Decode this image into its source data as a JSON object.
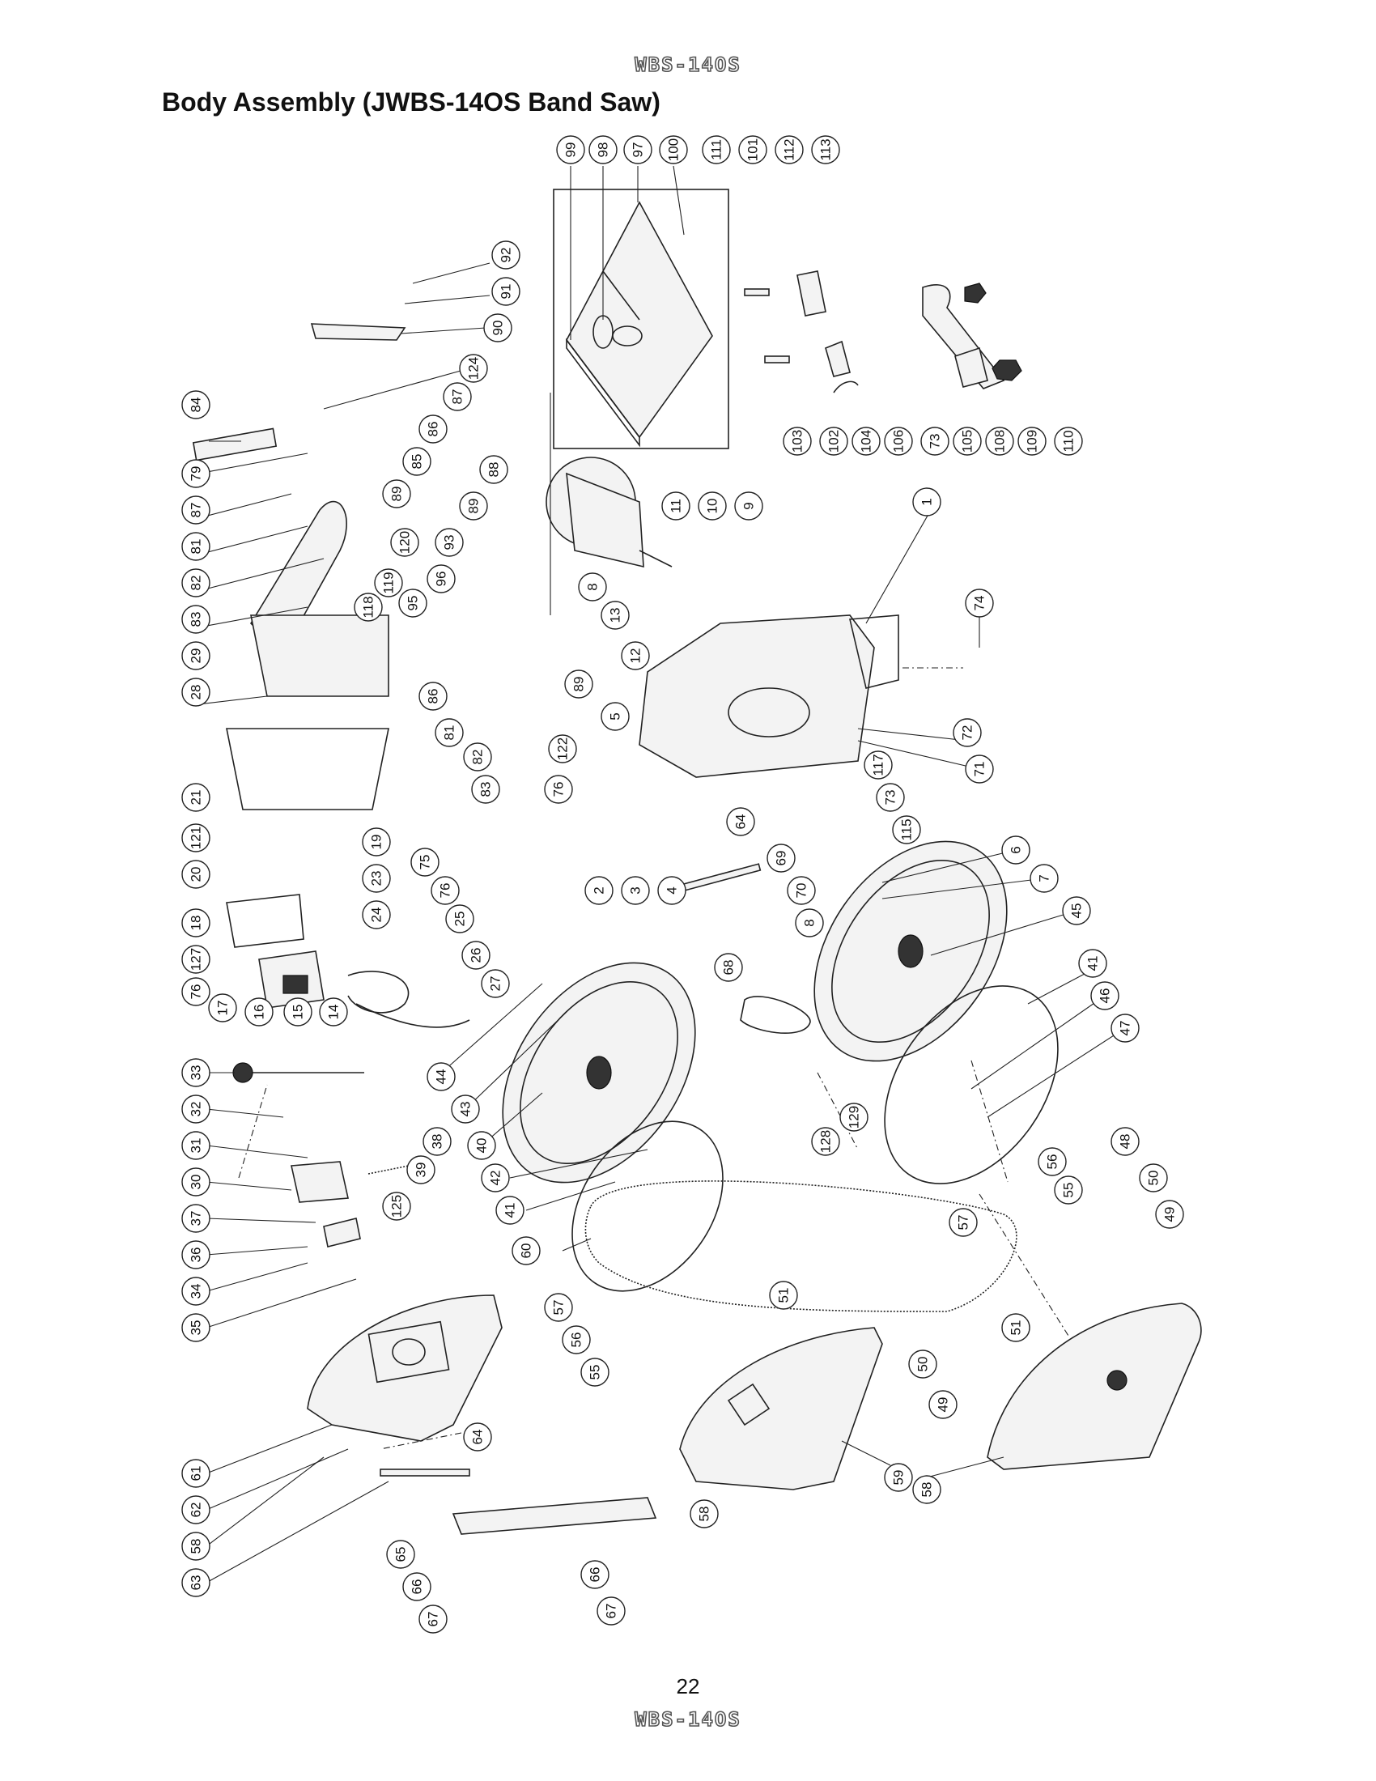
{
  "header": {
    "model_tag": "WBS-14OS"
  },
  "title": "Body Assembly (JWBS-14OS Band Saw)",
  "footer": {
    "page_number": "22",
    "model_tag": "WBS-14OS"
  },
  "callouts": [
    {
      "label": "99"
    },
    {
      "label": "98"
    },
    {
      "label": "97"
    },
    {
      "label": "100"
    },
    {
      "label": "111"
    },
    {
      "label": "101"
    },
    {
      "label": "112"
    },
    {
      "label": "113"
    },
    {
      "label": "92"
    },
    {
      "label": "91"
    },
    {
      "label": "90"
    },
    {
      "label": "103"
    },
    {
      "label": "102"
    },
    {
      "label": "104"
    },
    {
      "label": "106"
    },
    {
      "label": "73"
    },
    {
      "label": "105"
    },
    {
      "label": "108"
    },
    {
      "label": "109"
    },
    {
      "label": "110"
    },
    {
      "label": "84"
    },
    {
      "label": "124"
    },
    {
      "label": "87"
    },
    {
      "label": "86"
    },
    {
      "label": "79"
    },
    {
      "label": "85"
    },
    {
      "label": "87"
    },
    {
      "label": "89"
    },
    {
      "label": "81"
    },
    {
      "label": "82"
    },
    {
      "label": "83"
    },
    {
      "label": "29"
    },
    {
      "label": "28"
    },
    {
      "label": "88"
    },
    {
      "label": "89"
    },
    {
      "label": "120"
    },
    {
      "label": "93"
    },
    {
      "label": "119"
    },
    {
      "label": "96"
    },
    {
      "label": "118"
    },
    {
      "label": "95"
    },
    {
      "label": "86"
    },
    {
      "label": "89"
    },
    {
      "label": "81"
    },
    {
      "label": "82"
    },
    {
      "label": "83"
    },
    {
      "label": "76"
    },
    {
      "label": "122"
    },
    {
      "label": "5"
    },
    {
      "label": "11"
    },
    {
      "label": "10"
    },
    {
      "label": "9"
    },
    {
      "label": "8"
    },
    {
      "label": "13"
    },
    {
      "label": "12"
    },
    {
      "label": "1"
    },
    {
      "label": "74"
    },
    {
      "label": "72"
    },
    {
      "label": "71"
    },
    {
      "label": "117"
    },
    {
      "label": "73"
    },
    {
      "label": "115"
    },
    {
      "label": "21"
    },
    {
      "label": "121"
    },
    {
      "label": "20"
    },
    {
      "label": "19"
    },
    {
      "label": "23"
    },
    {
      "label": "24"
    },
    {
      "label": "18"
    },
    {
      "label": "127"
    },
    {
      "label": "76"
    },
    {
      "label": "17"
    },
    {
      "label": "16"
    },
    {
      "label": "15"
    },
    {
      "label": "14"
    },
    {
      "label": "25"
    },
    {
      "label": "26"
    },
    {
      "label": "27"
    },
    {
      "label": "75"
    },
    {
      "label": "76"
    },
    {
      "label": "2"
    },
    {
      "label": "3"
    },
    {
      "label": "4"
    },
    {
      "label": "64"
    },
    {
      "label": "69"
    },
    {
      "label": "70"
    },
    {
      "label": "6"
    },
    {
      "label": "8"
    },
    {
      "label": "7"
    },
    {
      "label": "45"
    },
    {
      "label": "68"
    },
    {
      "label": "44"
    },
    {
      "label": "43"
    },
    {
      "label": "40"
    },
    {
      "label": "41"
    },
    {
      "label": "46"
    },
    {
      "label": "47"
    },
    {
      "label": "33"
    },
    {
      "label": "32"
    },
    {
      "label": "31"
    },
    {
      "label": "30"
    },
    {
      "label": "37"
    },
    {
      "label": "36"
    },
    {
      "label": "34"
    },
    {
      "label": "35"
    },
    {
      "label": "38"
    },
    {
      "label": "39"
    },
    {
      "label": "125"
    },
    {
      "label": "42"
    },
    {
      "label": "41"
    },
    {
      "label": "60"
    },
    {
      "label": "129"
    },
    {
      "label": "128"
    },
    {
      "label": "56"
    },
    {
      "label": "48"
    },
    {
      "label": "55"
    },
    {
      "label": "50"
    },
    {
      "label": "57"
    },
    {
      "label": "49"
    },
    {
      "label": "51"
    },
    {
      "label": "51"
    },
    {
      "label": "57"
    },
    {
      "label": "56"
    },
    {
      "label": "55"
    },
    {
      "label": "50"
    },
    {
      "label": "49"
    },
    {
      "label": "64"
    },
    {
      "label": "61"
    },
    {
      "label": "62"
    },
    {
      "label": "58"
    },
    {
      "label": "63"
    },
    {
      "label": "59"
    },
    {
      "label": "58"
    },
    {
      "label": "58"
    },
    {
      "label": "65"
    },
    {
      "label": "66"
    },
    {
      "label": "67"
    },
    {
      "label": "66"
    },
    {
      "label": "67"
    }
  ]
}
